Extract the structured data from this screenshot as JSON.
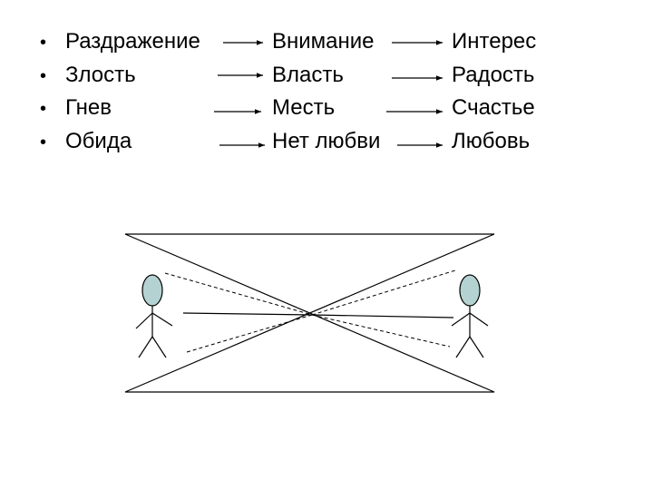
{
  "rows": [
    {
      "col1": "Раздражение",
      "col2": "Внимание",
      "col3": "Интерес"
    },
    {
      "col1": "Злость",
      "col2": "Власть",
      "col3": "Радость"
    },
    {
      "col1": "Гнев",
      "col2": "Месть",
      "col3": "Счастье"
    },
    {
      "col1": "Обида",
      "col2": "Нет любви",
      "col3": "Любовь"
    }
  ],
  "bullet_glyph": "•",
  "colors": {
    "ink": "#000000",
    "figure_fill": "#b4d2d2"
  }
}
